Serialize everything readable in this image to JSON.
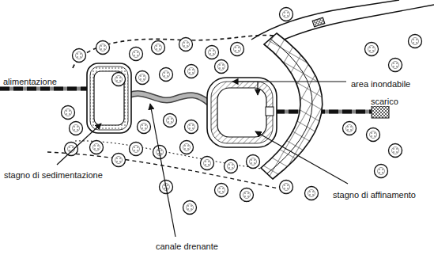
{
  "diagram": {
    "labels": [
      "alimentazione",
      "area inondabile",
      "scarico",
      "stagno di sedimentazione",
      "stagno di affinamento",
      "canale drenante"
    ]
  }
}
